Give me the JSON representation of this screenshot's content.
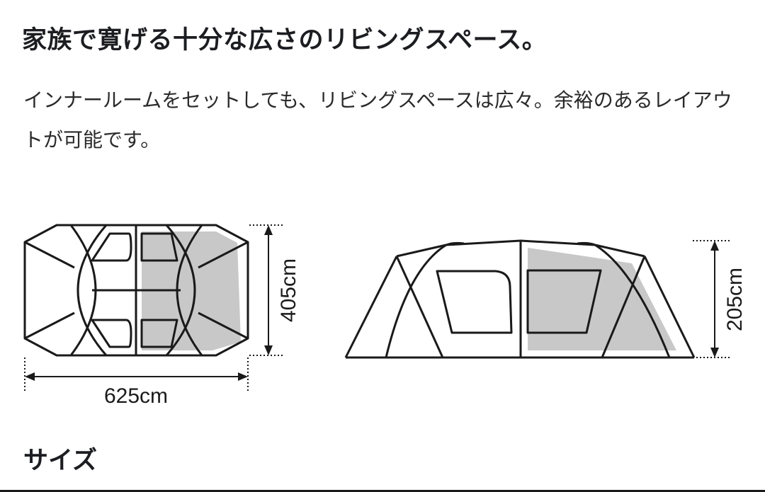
{
  "headline": "家族で寛げる十分な広さのリビングスペース。",
  "description": "インナールームをセットしても、リビングスペースは広々。余裕のあるレイアウトが可能です。",
  "diagrams": {
    "top_view": {
      "width_label": "625cm",
      "depth_label": "405cm",
      "highlight_area": "living-space"
    },
    "side_view": {
      "height_label": "205cm",
      "highlight_area": "living-space"
    }
  },
  "colors": {
    "line": "#1a1a1a",
    "highlight": "#c8c8c8",
    "text": "#1c1d21"
  },
  "section_title": "サイズ"
}
